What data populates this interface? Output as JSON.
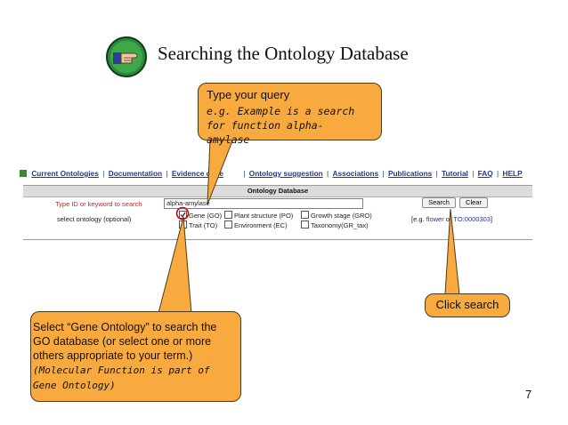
{
  "slide": {
    "title": "Searching the Ontology Database",
    "page_number": "7",
    "icon": "pointing-hand-icon"
  },
  "nav": {
    "items": [
      "Current Ontologies",
      "Documentation",
      "Evidence code",
      "Ontology suggestion",
      "Associations",
      "Publications",
      "Tutorial",
      "FAQ",
      "HELP"
    ],
    "separator": "|"
  },
  "panel": {
    "header": "Ontology Database",
    "query_label": "Type ID or keyword to search",
    "select_label": "select ontology (optional)",
    "query_value": "alpha-amylase",
    "search_button": "Search",
    "clear_button": "Clear",
    "checkboxes": [
      {
        "label": "Gene (GO)",
        "checked": true
      },
      {
        "label": "Plant structure (PO)",
        "checked": false
      },
      {
        "label": "Growth stage (GRO)",
        "checked": false
      },
      {
        "label": "Trait (TO)",
        "checked": false
      },
      {
        "label": "Environment (EC)",
        "checked": false
      },
      {
        "label": "Taxonomy(GR_tax)",
        "checked": false
      }
    ],
    "example_prefix": "[e.g. ",
    "example_link1": "flower",
    "example_mid": " or ",
    "example_link2": "TO:0000303",
    "example_suffix": "]"
  },
  "callouts": {
    "query": {
      "line1": "Type your query",
      "line2": "e.g. Example is a search for function alpha-amylase"
    },
    "search": "Click search",
    "select": {
      "text": "Select “Gene Ontology” to search the GO database (or select one or more others appropriate to your term.)",
      "italic": "(Molecular Function is part of Gene Ontology)"
    }
  },
  "colors": {
    "callout_fill": "#f9aa3f",
    "highlight_circle": "#d40000",
    "nav_link": "#223a8a",
    "query_label": "#c0282a"
  }
}
